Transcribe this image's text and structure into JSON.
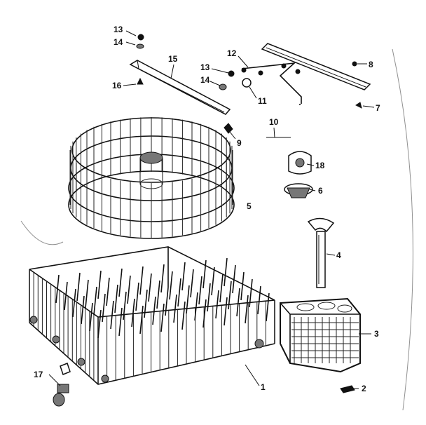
{
  "callouts": [
    {
      "id": "1",
      "text": "1"
    },
    {
      "id": "2",
      "text": "2"
    },
    {
      "id": "3",
      "text": "3"
    },
    {
      "id": "4",
      "text": "4"
    },
    {
      "id": "5",
      "text": "5"
    },
    {
      "id": "6",
      "text": "6"
    },
    {
      "id": "7",
      "text": "7"
    },
    {
      "id": "8",
      "text": "8"
    },
    {
      "id": "9",
      "text": "9"
    },
    {
      "id": "10",
      "text": "10"
    },
    {
      "id": "11",
      "text": "11"
    },
    {
      "id": "12",
      "text": "12"
    },
    {
      "id": "13a",
      "text": "13"
    },
    {
      "id": "14a",
      "text": "14"
    },
    {
      "id": "13b",
      "text": "13"
    },
    {
      "id": "14b",
      "text": "14"
    },
    {
      "id": "15",
      "text": "15"
    },
    {
      "id": "16",
      "text": "16"
    },
    {
      "id": "17",
      "text": "17"
    },
    {
      "id": "18",
      "text": "18"
    }
  ]
}
